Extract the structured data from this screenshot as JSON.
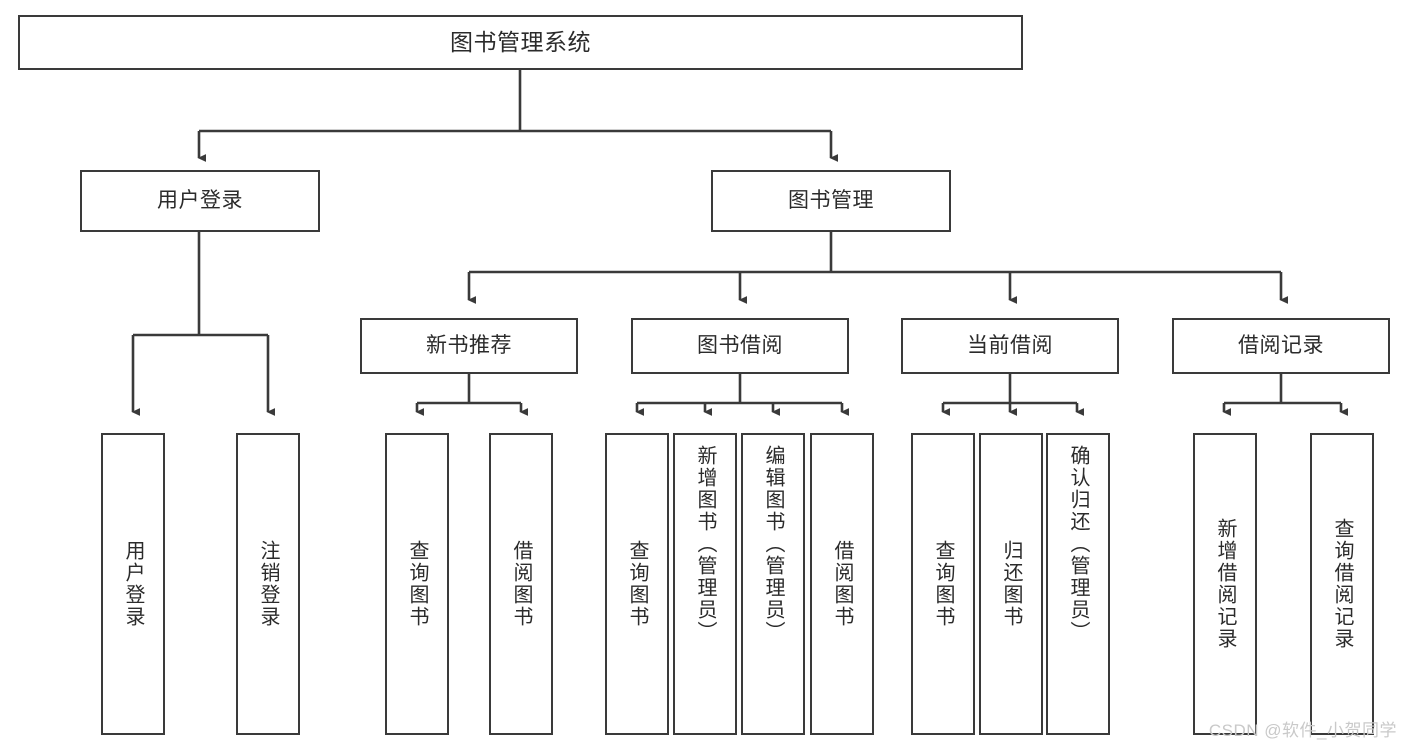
{
  "diagram": {
    "type": "tree-hierarchy",
    "title": "图书管理系统",
    "watermark": "CSDN @软件_小贺同学",
    "colors": {
      "box_stroke": "#3a3a3a",
      "box_fill": "#ffffff",
      "edge_stroke": "#3a3a3a",
      "text": "#2b2b2b",
      "watermark": "#c9c9c9",
      "background": "#ffffff"
    },
    "root": {
      "id": "root",
      "label": "图书管理系统"
    },
    "level2": [
      {
        "id": "user-login",
        "label": "用户登录"
      },
      {
        "id": "book-manage",
        "label": "图书管理"
      }
    ],
    "level3": [
      {
        "id": "new-book-recommend",
        "label": "新书推荐",
        "parent": "book-manage"
      },
      {
        "id": "book-borrow",
        "label": "图书借阅",
        "parent": "book-manage"
      },
      {
        "id": "current-borrow",
        "label": "当前借阅",
        "parent": "book-manage"
      },
      {
        "id": "borrow-record",
        "label": "借阅记录",
        "parent": "book-manage"
      }
    ],
    "leaves": [
      {
        "id": "leaf-user-login",
        "label": "用户登录",
        "parent": "user-login"
      },
      {
        "id": "leaf-user-logout",
        "label": "注销登录",
        "parent": "user-login"
      },
      {
        "id": "leaf-query-book-1",
        "label": "查询图书",
        "parent": "new-book-recommend"
      },
      {
        "id": "leaf-borrow-book-1",
        "label": "借阅图书",
        "parent": "new-book-recommend"
      },
      {
        "id": "leaf-query-book-2",
        "label": "查询图书",
        "parent": "book-borrow"
      },
      {
        "id": "leaf-add-book",
        "label": "新增图书（管理员）",
        "parent": "book-borrow"
      },
      {
        "id": "leaf-edit-book",
        "label": "编辑图书（管理员）",
        "parent": "book-borrow"
      },
      {
        "id": "leaf-borrow-book-2",
        "label": "借阅图书",
        "parent": "book-borrow"
      },
      {
        "id": "leaf-query-book-3",
        "label": "查询图书",
        "parent": "current-borrow"
      },
      {
        "id": "leaf-return-book",
        "label": "归还图书",
        "parent": "current-borrow"
      },
      {
        "id": "leaf-confirm-return",
        "label": "确认归还（管理员）",
        "parent": "current-borrow"
      },
      {
        "id": "leaf-add-record",
        "label": "新增借阅记录",
        "parent": "borrow-record"
      },
      {
        "id": "leaf-query-record",
        "label": "查询借阅记录",
        "parent": "borrow-record"
      }
    ]
  }
}
